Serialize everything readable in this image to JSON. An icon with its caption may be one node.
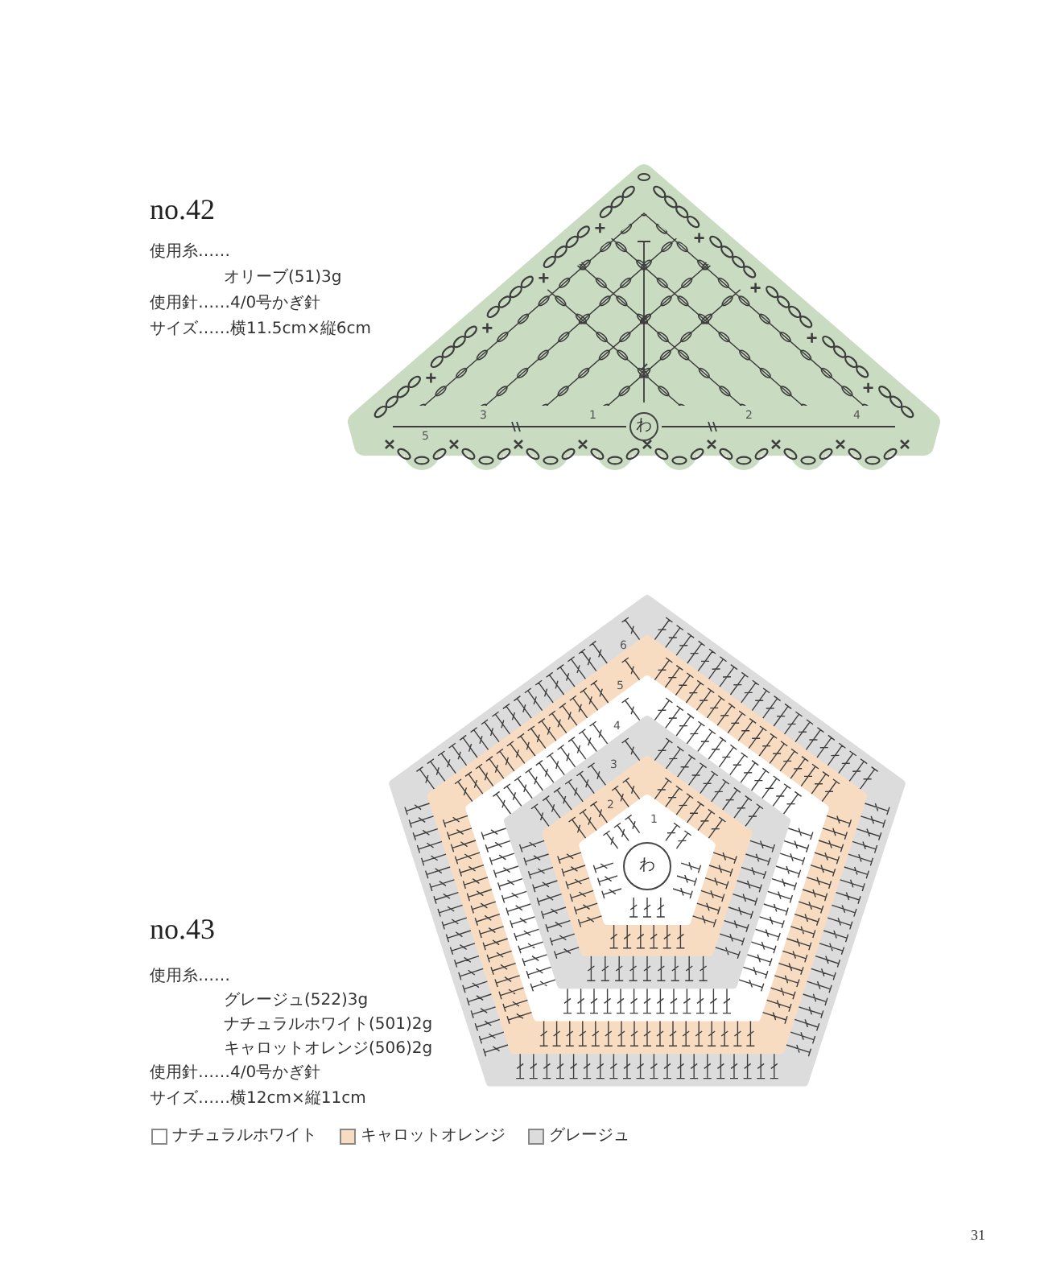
{
  "diagram": {
    "nodes": [
      {
        "text": [
          "わ"
        ]
      },
      {
        "text": [
          "わ"
        ]
      }
    ],
    "labels": [
      "no.42",
      "使用糸……",
      "オリーブ(51)3g",
      "使用針……4/0号かぎ針",
      "サイズ……横11.5cm×縦6cm",
      "5",
      "3",
      "1",
      "2",
      "4",
      "6",
      "5",
      "4",
      "3",
      "2",
      "1",
      "no.43",
      "使用糸……",
      "グレージュ(522)3g",
      "ナチュラルホワイト(501)2g",
      "キャロットオレンジ(506)2g",
      "使用針……4/0号かぎ針",
      "サイズ……横12cm×縦11cm",
      "31"
    ],
    "legend": [
      {
        "text": "ナチュラルホワイト",
        "color": "#ffffff"
      },
      {
        "text": "キャロットオレンジ",
        "color": "#f8dcc2"
      },
      {
        "text": "グレージュ",
        "color": "#dcdcdc"
      }
    ]
  }
}
